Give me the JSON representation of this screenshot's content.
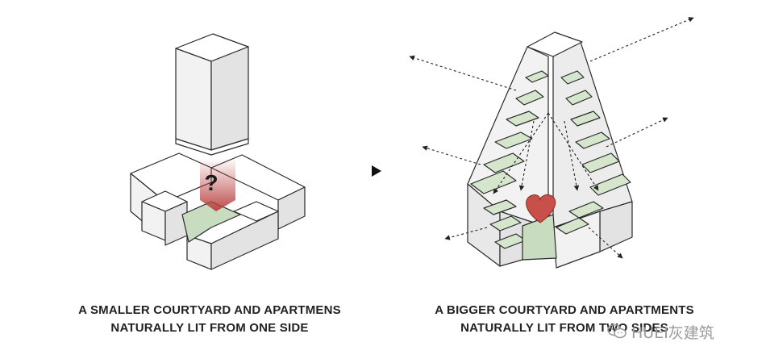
{
  "colors": {
    "outline": "#2a2a2a",
    "face_top": "#ffffff",
    "face_left": "#f2f2f2",
    "face_right": "#e3e3e3",
    "courtyard_green": "#c8dcc0",
    "terrace_green": "#d6e6cc",
    "question_red": "#b8413f",
    "heart_red": "#c8504a",
    "watermark_gray": "#9a9a9a"
  },
  "left_diagram": {
    "caption_line1": "A SMALLER COURTYARD AND APARTMENS",
    "caption_line2": "NATURALLY LIT FROM ONE SIDE",
    "marker": "?"
  },
  "right_diagram": {
    "caption_line1": "A BIGGER COURTYARD AND APARTMENTS",
    "caption_line2": "NATURALLY LIT FROM TWO SIDES"
  },
  "arrow_icon": "play-triangle-icon",
  "watermark": {
    "icon": "wechat-icon",
    "text": "HUEI灰建筑"
  }
}
